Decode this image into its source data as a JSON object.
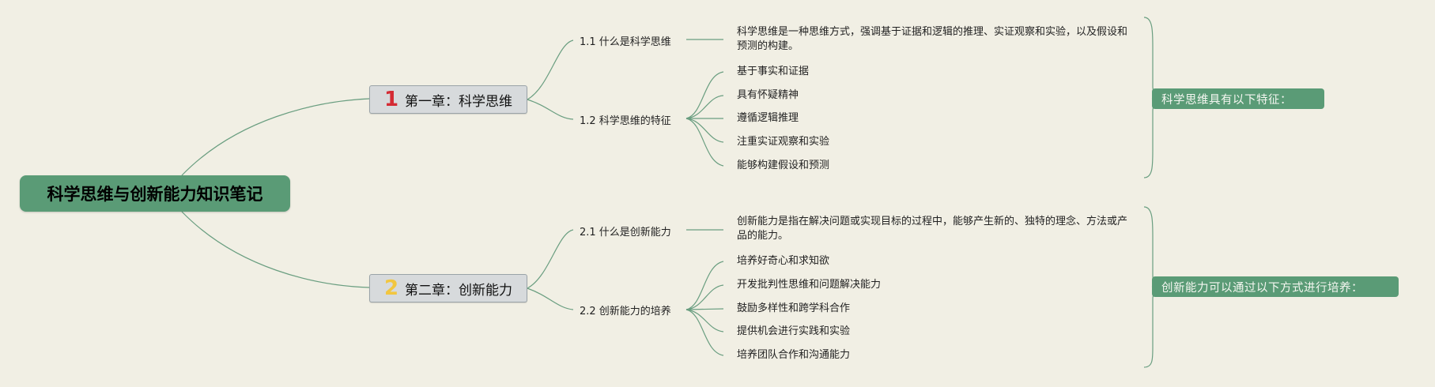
{
  "colors": {
    "background": "#f1efe4",
    "root_fill": "#5a9b76",
    "chapter_fill": "#d7dadc",
    "line": "#6a9e80",
    "chapter1_number": "#d42b34",
    "chapter2_number": "#f2c640"
  },
  "root": {
    "title": "科学思维与创新能力知识笔记"
  },
  "chapters": [
    {
      "number": "1",
      "title": "第一章：科学思维",
      "summary": "科学思维具有以下特征：",
      "sections": [
        {
          "title": "1.1 什么是科学思维",
          "items": [
            "科学思维是一种思维方式，强调基于证据和逻辑的推理、实证观察和实验，以及假设和预测的构建。"
          ]
        },
        {
          "title": "1.2 科学思维的特征",
          "items": [
            "基于事实和证据",
            "具有怀疑精神",
            "遵循逻辑推理",
            "注重实证观察和实验",
            "能够构建假设和预测"
          ]
        }
      ]
    },
    {
      "number": "2",
      "title": "第二章：创新能力",
      "summary": "创新能力可以通过以下方式进行培养：",
      "sections": [
        {
          "title": "2.1 什么是创新能力",
          "items": [
            "创新能力是指在解决问题或实现目标的过程中，能够产生新的、独特的理念、方法或产品的能力。"
          ]
        },
        {
          "title": "2.2 创新能力的培养",
          "items": [
            "培养好奇心和求知欲",
            "开发批判性思维和问题解决能力",
            "鼓励多样性和跨学科合作",
            "提供机会进行实践和实验",
            "培养团队合作和沟通能力"
          ]
        }
      ]
    }
  ]
}
